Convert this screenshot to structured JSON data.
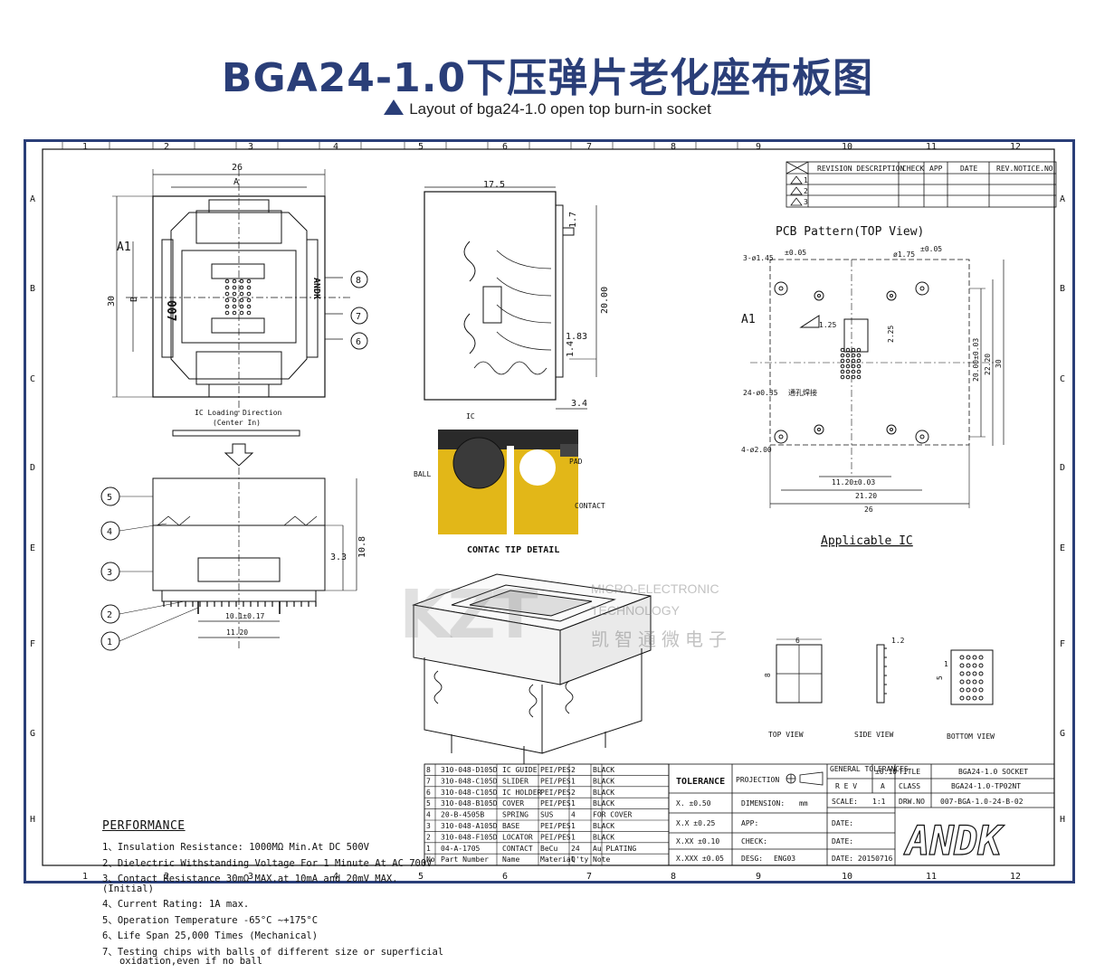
{
  "header": {
    "title": "BGA24-1.0下压弹片老化座布板图",
    "subtitle": "Layout of bga24-1.0  open top burn-in socket"
  },
  "grid": {
    "columns": [
      "1",
      "2",
      "3",
      "4",
      "5",
      "6",
      "7",
      "8",
      "9",
      "10",
      "11",
      "12"
    ],
    "rows": [
      "A",
      "B",
      "C",
      "D",
      "E",
      "F",
      "G",
      "H"
    ]
  },
  "revision_table": {
    "headers": [
      "REVISION DESCRIPTION",
      "CHECK",
      "APP",
      "DATE",
      "REV.NOTICE.NO"
    ],
    "rows": [
      "1",
      "2",
      "3"
    ]
  },
  "front_view": {
    "dim_width": "26",
    "dim_a": "A",
    "dim_height": "30",
    "dim_b": "B",
    "pin1": "A1",
    "marking": "007",
    "brand_vertical": "ANDK",
    "callouts": [
      "8",
      "7",
      "6"
    ],
    "loading_note": "IC Loading Direction",
    "loading_note2": "(Center In)"
  },
  "side_view": {
    "dim_top": "17.5",
    "dim_17": "1.7",
    "dim_20": "20.00",
    "dim_183": "1.83",
    "dim_14": "1.4",
    "dim_34": "3.4"
  },
  "section_view": {
    "callouts": [
      "5",
      "4",
      "3",
      "2",
      "1"
    ],
    "dim_33": "3.3",
    "dim_108": "10.8",
    "dim_pin": "10.1±0.17",
    "dim_1120": "11.20"
  },
  "contact_detail": {
    "ic": "IC",
    "pad": "PAD",
    "ball": "BALL",
    "contact": "CONTACT",
    "caption": "CONTAC TIP DETAIL"
  },
  "watermark": {
    "logo": "KZT",
    "line1": "MICRO-ELECTRONIC",
    "line2": "TECHNOLOGY",
    "line3": "凯智通微电子"
  },
  "pcb_pattern": {
    "title": "PCB Pattern(TOP View)",
    "hole1": "3-ø1.45",
    "hole1_tol": "±0.05",
    "hole2": "ø1.75",
    "hole2_tol": "±0.05",
    "pin1": "A1",
    "dim_125": "1.25",
    "dim_225": "2.25",
    "vias": "24-ø0.35",
    "vias_note": "通孔焊接",
    "hole3": "4-ø2.00",
    "dim_2000": "20.00±0.03",
    "dim_2220": "22.20",
    "dim_30": "30",
    "dim_1120": "11.20±0.03",
    "dim_2120": "21.20",
    "dim_26": "26",
    "applicable": "Applicable IC"
  },
  "ic_views": {
    "dim_6": "6",
    "dim_8": "8",
    "dim_12": "1.2",
    "dim_5": "5",
    "dim_1": "1",
    "top": "TOP VIEW",
    "side": "SIDE VIEW",
    "bottom": "BOTTOM VIEW"
  },
  "performance": {
    "heading": "PERFORMANCE",
    "items": [
      "1、Insulation Resistance: 1000MΩ Min.At DC 500V",
      "2、Dielectric Withstanding Voltage For 1 Minute At AC 700V",
      "3、Contact Resistance 30mΩ MAX.at 10mA and 20mV MAX.(Initial)",
      "4、Current Rating: 1A max.",
      "5、Operation Temperature -65°C ~+175°C",
      "6、Life Span 25,000 Times (Mechanical)",
      "7、Testing chips with balls of different size or superficial\n   oxidation,even if no ball"
    ]
  },
  "bom": {
    "rows": [
      [
        "8",
        "310-048-D105D",
        "IC GUIDE",
        "PEI/PES",
        "2",
        "BLACK"
      ],
      [
        "7",
        "310-048-C105D",
        "SLIDER",
        "PEI/PES",
        "1",
        "BLACK"
      ],
      [
        "6",
        "310-048-C105D",
        "IC HOLDER",
        "PEI/PES",
        "2",
        "BLACK"
      ],
      [
        "5",
        "310-048-B105D",
        "COVER",
        "PEI/PES",
        "1",
        "BLACK"
      ],
      [
        "4",
        "20-B-4505B",
        "SPRING",
        "SUS",
        "4",
        "FOR COVER"
      ],
      [
        "3",
        "310-048-A105D",
        "BASE",
        "PEI/PES",
        "1",
        "BLACK"
      ],
      [
        "2",
        "310-048-F105D",
        "LOCATOR",
        "PEI/PES",
        "1",
        "BLACK"
      ],
      [
        "1",
        "04-A-1705",
        "CONTACT",
        "BeCu",
        "24",
        "Au PLATING"
      ]
    ],
    "header": [
      "No",
      "Part Number",
      "Name",
      "Material",
      "Q'ty",
      "Note"
    ]
  },
  "title_block": {
    "tolerance": "TOLERANCE",
    "projection": "PROJECTION",
    "general_tol": "GENERAL TOLERANCES",
    "general_val": "±0.10",
    "title_lbl": "TITLE",
    "title_val": "BGA24-1.0 SOCKET",
    "rev_lbl": "R E V",
    "rev_val": "A",
    "class_lbl": "CLASS",
    "class_val": "BGA24-1.0-TP02NT",
    "tol1": "X.    ±0.50",
    "dimension": "DIMENSION:",
    "mm": "mm",
    "scale_lbl": "SCALE:",
    "scale_val": "1:1",
    "drw_lbl": "DRW.NO",
    "drw_val": "007-BGA-1.0-24-B-02",
    "tol2": "X.X   ±0.25",
    "app": "APP:",
    "date1": "DATE:",
    "tol3": "X.XX  ±0.10",
    "check": "CHECK:",
    "date2": "DATE:",
    "tol4": "X.XXX ±0.05",
    "desg": "DESG:",
    "desg_val": "ENG03",
    "date3": "DATE: 20150716",
    "logo": "ANDK"
  }
}
